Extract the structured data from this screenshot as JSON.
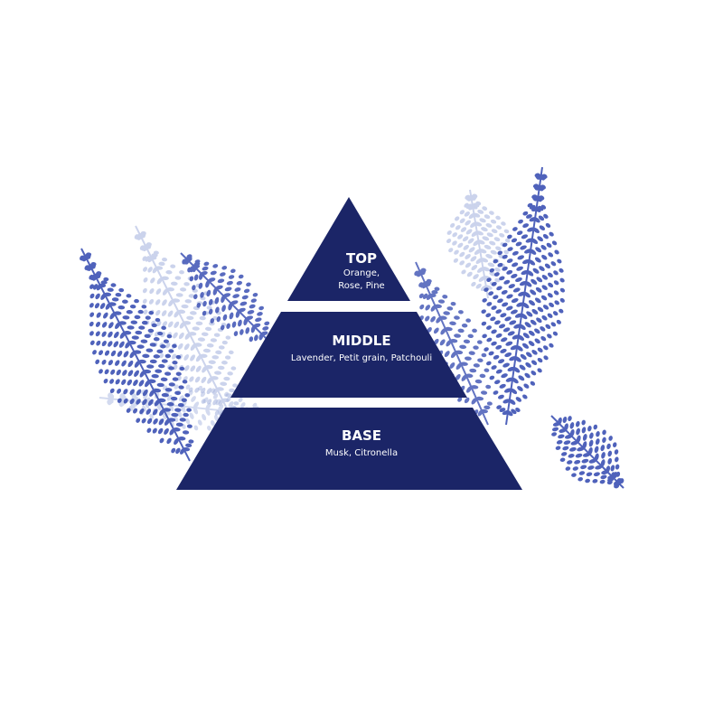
{
  "colors": {
    "pyramid": "#1b2567",
    "fern": "#3d52b4",
    "fern_faint": "#a9b6e0"
  },
  "layers": [
    {
      "title": "TOP",
      "notes": [
        "Orange,",
        "Rose, Pine"
      ]
    },
    {
      "title": "MIDDLE",
      "notes": [
        "Lavender, Petit grain, Patchouli"
      ]
    },
    {
      "title": "BASE",
      "notes": [
        "Musk, Citronella"
      ]
    }
  ]
}
